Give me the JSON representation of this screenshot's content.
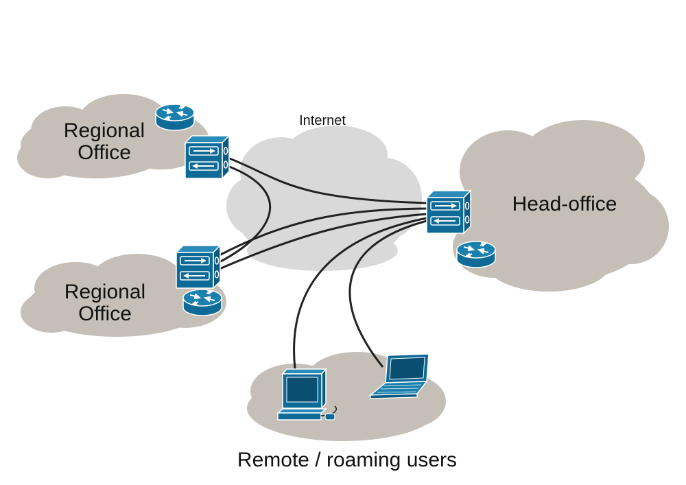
{
  "labels": {
    "internet": "Internet",
    "regional_top_line1": "Regional",
    "regional_top_line2": "Office",
    "regional_bottom_line1": "Regional",
    "regional_bottom_line2": "Office",
    "head_office": "Head-office",
    "remote_users": "Remote / roaming users"
  },
  "colors": {
    "office_cloud": "#c5bfb8",
    "internet_cloud": "#d9d9d9",
    "device_blue": "#0e6a96",
    "device_outline": "#ffffff",
    "link": "#222222"
  },
  "icons": [
    "router-icon",
    "firewall-icon",
    "desktop-computer-icon",
    "laptop-icon"
  ]
}
